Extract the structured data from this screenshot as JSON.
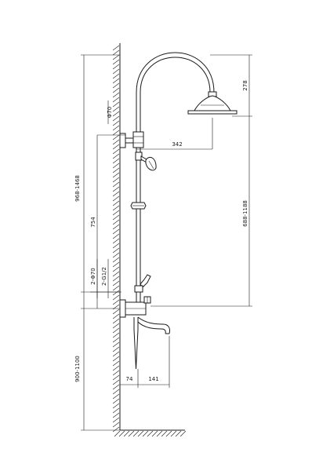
{
  "dimensions": {
    "total_height": "968-1468",
    "height_to_outlet": "754",
    "outlet_pipe_diameter": "2-Φ70",
    "outlet_thread": "2-G1/2",
    "fixing_diameter": "Φ70",
    "overhead_reach": "342",
    "head_height": "278",
    "head_drop": "688-1188",
    "mixer_height": "900-1100",
    "spout_wall_offset": "74",
    "spout_reach": "141"
  }
}
